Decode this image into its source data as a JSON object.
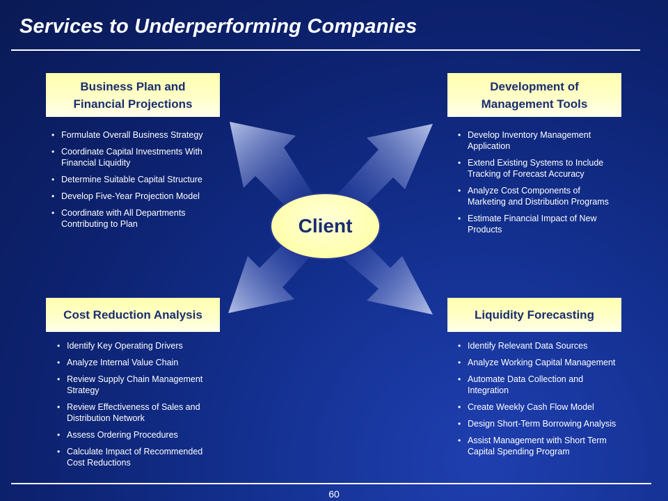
{
  "slide": {
    "title": "Services to Underperforming Companies",
    "page_number": "60"
  },
  "center": {
    "label": "Client"
  },
  "quadrants": {
    "top_left": {
      "heading": "Business Plan and\nFinancial Projections",
      "bullets": [
        "Formulate Overall Business Strategy",
        "Coordinate Capital Investments With Financial Liquidity",
        "Determine Suitable Capital Structure",
        "Develop Five-Year Projection Model",
        "Coordinate with All Departments Contributing to Plan"
      ]
    },
    "top_right": {
      "heading": "Development of\nManagement Tools",
      "bullets": [
        "Develop Inventory Management Application",
        "Extend Existing Systems to Include Tracking of Forecast Accuracy",
        "Analyze Cost Components of Marketing and Distribution Programs",
        "Estimate Financial Impact of New Products"
      ]
    },
    "bottom_left": {
      "heading": "Cost Reduction Analysis",
      "bullets": [
        "Identify Key Operating Drivers",
        "Analyze Internal Value Chain",
        "Review Supply Chain Management Strategy",
        "Review Effectiveness of Sales and Distribution Network",
        "Assess Ordering Procedures",
        "Calculate Impact of Recommended Cost Reductions"
      ]
    },
    "bottom_right": {
      "heading": "Liquidity Forecasting",
      "bullets": [
        "Identify Relevant Data Sources",
        "Analyze Working Capital Management",
        "Automate Data Collection and Integration",
        "Create Weekly Cash Flow Model",
        "Design Short-Term Borrowing Analysis",
        "Assist Management with Short Term Capital Spending Program"
      ]
    }
  },
  "colors": {
    "background": "#0d2270",
    "box_fill": "#ffffc8",
    "box_text": "#1a2d6e",
    "arrow": "#9aa8d8"
  }
}
